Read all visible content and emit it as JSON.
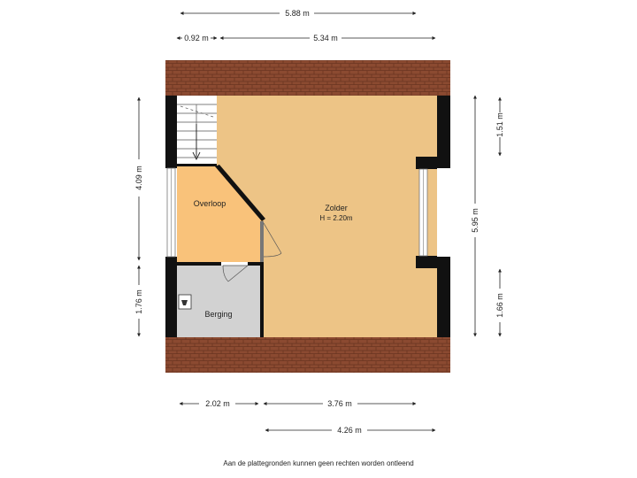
{
  "colors": {
    "zolder": "#EDC486",
    "overloop": "#F9C27A",
    "berging": "#D2D2D2",
    "roof": "#8B4A31",
    "wall": "#111111"
  },
  "rooms": {
    "zolder": {
      "name": "Zolder",
      "height": "H = 2.20m"
    },
    "overloop": {
      "name": "Overloop"
    },
    "berging": {
      "name": "Berging"
    }
  },
  "dimensions": {
    "top_total": "5.88 m",
    "top_left": "0.92 m",
    "top_right": "5.34 m",
    "left_upper": "4.09 m",
    "left_lower": "1.76 m",
    "right_upper": "1.51 m",
    "right_total": "5.95 m",
    "right_lower": "1.66 m",
    "bottom_left": "2.02 m",
    "bottom_right": "3.76 m",
    "bottom_total": "4.26 m"
  },
  "icons": {
    "stairs": "stairs-icon",
    "boiler": "boiler-icon",
    "door": "door-swing-icon",
    "window": "window-icon"
  },
  "disclaimer": "Aan de plattegronden kunnen geen rechten worden ontleend"
}
